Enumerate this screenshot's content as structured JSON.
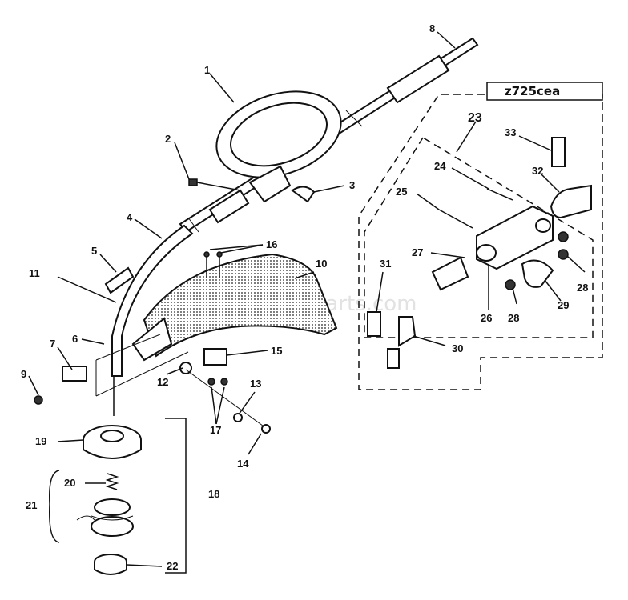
{
  "model_label": "z725cea",
  "watermark": "eReplacementParts.com",
  "callouts": [
    {
      "id": "c1",
      "text": "1"
    },
    {
      "id": "c2",
      "text": "2"
    },
    {
      "id": "c3",
      "text": "3"
    },
    {
      "id": "c4",
      "text": "4"
    },
    {
      "id": "c5",
      "text": "5"
    },
    {
      "id": "c6",
      "text": "6"
    },
    {
      "id": "c7",
      "text": "7"
    },
    {
      "id": "c8",
      "text": "8"
    },
    {
      "id": "c9",
      "text": "9"
    },
    {
      "id": "c10",
      "text": "10"
    },
    {
      "id": "c11",
      "text": "11"
    },
    {
      "id": "c12",
      "text": "12"
    },
    {
      "id": "c13",
      "text": "13"
    },
    {
      "id": "c14",
      "text": "14"
    },
    {
      "id": "c15",
      "text": "15"
    },
    {
      "id": "c16",
      "text": "16"
    },
    {
      "id": "c17",
      "text": "17"
    },
    {
      "id": "c18",
      "text": "18"
    },
    {
      "id": "c19",
      "text": "19"
    },
    {
      "id": "c20",
      "text": "20"
    },
    {
      "id": "c21",
      "text": "21"
    },
    {
      "id": "c22",
      "text": "22"
    },
    {
      "id": "c23",
      "text": "23"
    },
    {
      "id": "c24",
      "text": "24"
    },
    {
      "id": "c25",
      "text": "25"
    },
    {
      "id": "c26",
      "text": "26"
    },
    {
      "id": "c27",
      "text": "27"
    },
    {
      "id": "c28a",
      "text": "28"
    },
    {
      "id": "c28b",
      "text": "28"
    },
    {
      "id": "c29",
      "text": "29"
    },
    {
      "id": "c30",
      "text": "30"
    },
    {
      "id": "c31",
      "text": "31"
    },
    {
      "id": "c32",
      "text": "32"
    },
    {
      "id": "c33",
      "text": "33"
    }
  ]
}
